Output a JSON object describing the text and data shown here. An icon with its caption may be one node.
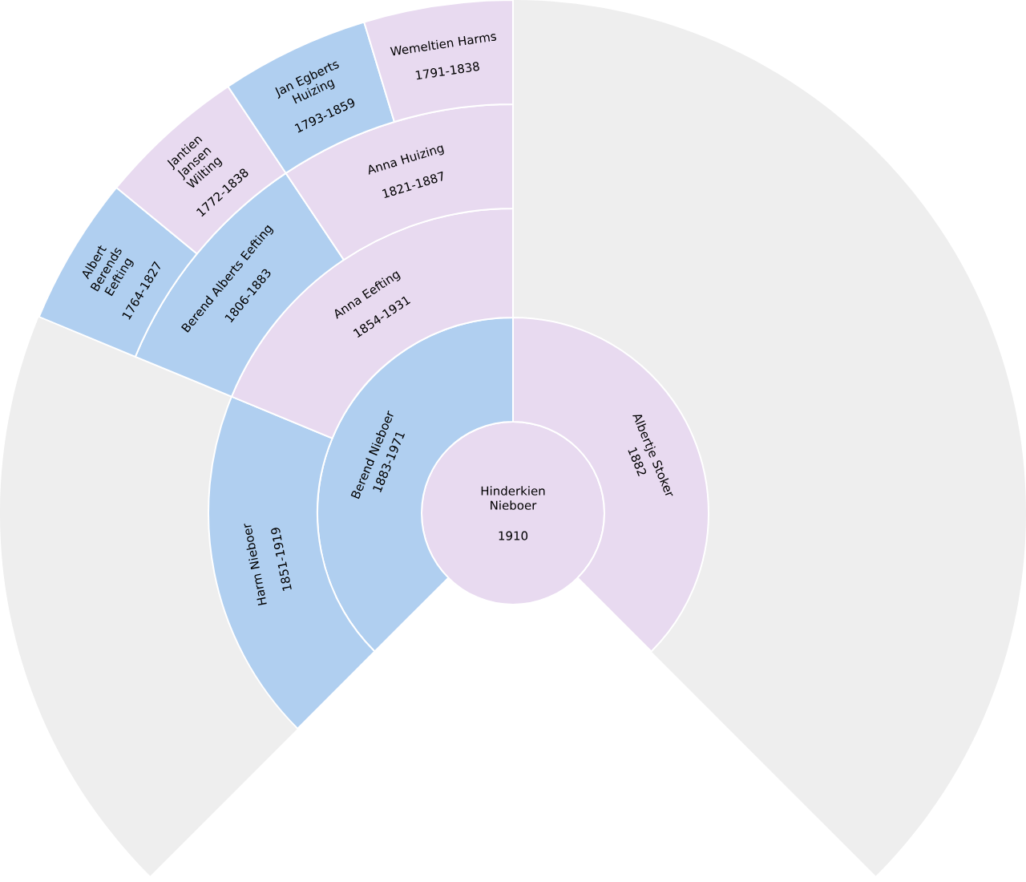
{
  "diagram": {
    "nodes": [
      {
        "text": [
          "Hinderkien Nieboer",
          "1910"
        ]
      },
      {
        "text": [
          "Berend Nieboer",
          "1883-1971"
        ]
      },
      {
        "text": [
          "Albertje Stoker",
          "1882"
        ]
      },
      {
        "text": [
          "Harm Nieboer",
          "1851-1919"
        ]
      },
      {
        "text": [
          "Anna Eefting",
          "1854-1931"
        ]
      },
      {
        "text": [
          "Berend Alberts Eefting",
          "1806-1883"
        ]
      },
      {
        "text": [
          "Anna Huizing",
          "1821-1887"
        ]
      },
      {
        "text": [
          "Albert Berends Eefting",
          "1764-1827"
        ]
      },
      {
        "text": [
          "Jantien Jansen Wilting",
          "1772-1838"
        ]
      },
      {
        "text": [
          "Jan Egberts Huizing",
          "1793-1859"
        ]
      },
      {
        "text": [
          "Wemeltien Harms",
          "1791-1838"
        ]
      }
    ]
  }
}
